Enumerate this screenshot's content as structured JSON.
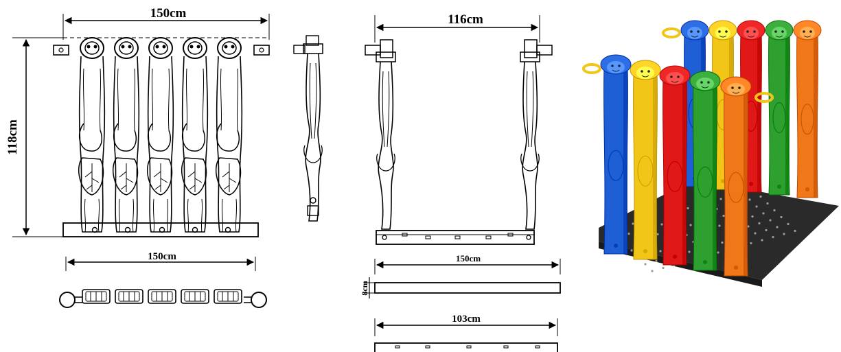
{
  "dimensions": {
    "front_width": "150cm",
    "front_height": "118cm",
    "top_width": "150cm",
    "side_width": "116cm",
    "base_length": "150cm",
    "base_height": "8cm",
    "base2_length": "103cm"
  },
  "colors": {
    "panel_colors": [
      "#1e5fd6",
      "#f2c618",
      "#e01818",
      "#2ea030",
      "#f07818"
    ],
    "base_color": "#2a2a2a",
    "handle_color": "#f2c618"
  }
}
